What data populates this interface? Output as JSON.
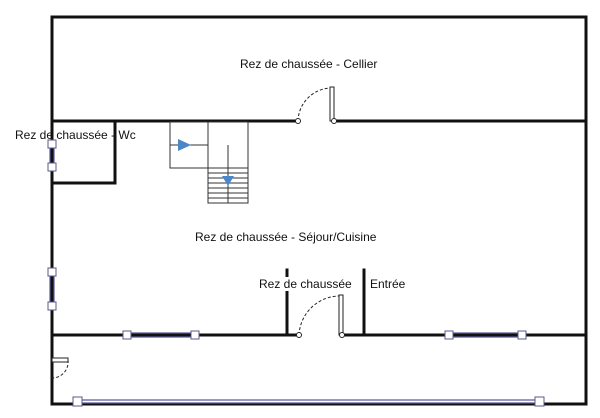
{
  "plan": {
    "rooms": [
      {
        "id": "cellier",
        "label": "Rez de chaussée - Cellier"
      },
      {
        "id": "wc",
        "label": "Rez de chaussée - Wc"
      },
      {
        "id": "sejour",
        "label": "Rez de chaussée - Séjour/Cuisine"
      },
      {
        "id": "entree_left",
        "label": "Rez de chaussée"
      },
      {
        "id": "entree_right",
        "label": "Entrée"
      }
    ],
    "colors": {
      "wall": "#111111",
      "window": "#5a5a9a",
      "stair_arrow": "#4a86c8"
    },
    "icons": [
      "stair-up-arrow-icon",
      "stair-down-arrow-icon"
    ]
  }
}
